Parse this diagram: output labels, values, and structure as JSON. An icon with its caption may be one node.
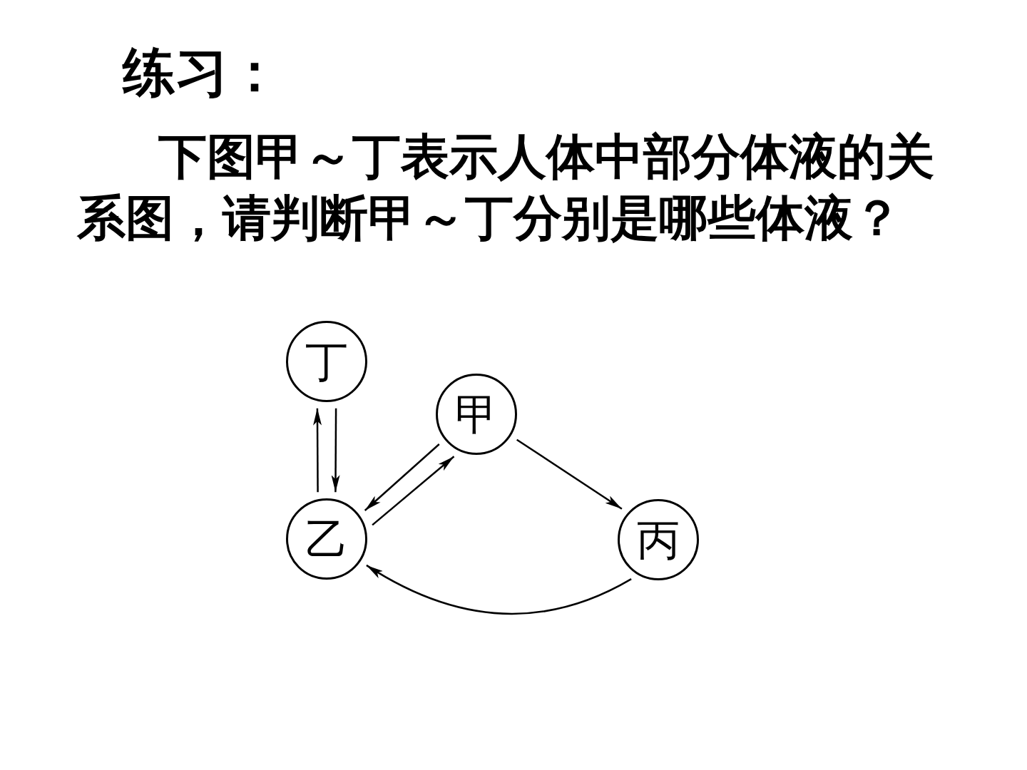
{
  "diagram": {
    "title": "练习：",
    "nodes": [
      {
        "text": [
          "丁"
        ]
      },
      {
        "text": [
          "甲"
        ]
      },
      {
        "text": [
          "乙"
        ]
      },
      {
        "text": [
          "丙"
        ]
      }
    ],
    "edges": [
      {
        "from": 2,
        "to": 0,
        "arrow": "to"
      },
      {
        "from": 0,
        "to": 2,
        "arrow": "to"
      },
      {
        "from": 1,
        "to": 2,
        "arrow": "to"
      },
      {
        "from": 2,
        "to": 1,
        "arrow": "to"
      },
      {
        "from": 1,
        "to": 3,
        "arrow": "to"
      },
      {
        "from": 3,
        "to": 2,
        "arrow": "to"
      }
    ],
    "labels": [
      "下图甲～丁表示人体中部分体液的关系图，请判断甲～丁分别是哪些体液？"
    ]
  }
}
